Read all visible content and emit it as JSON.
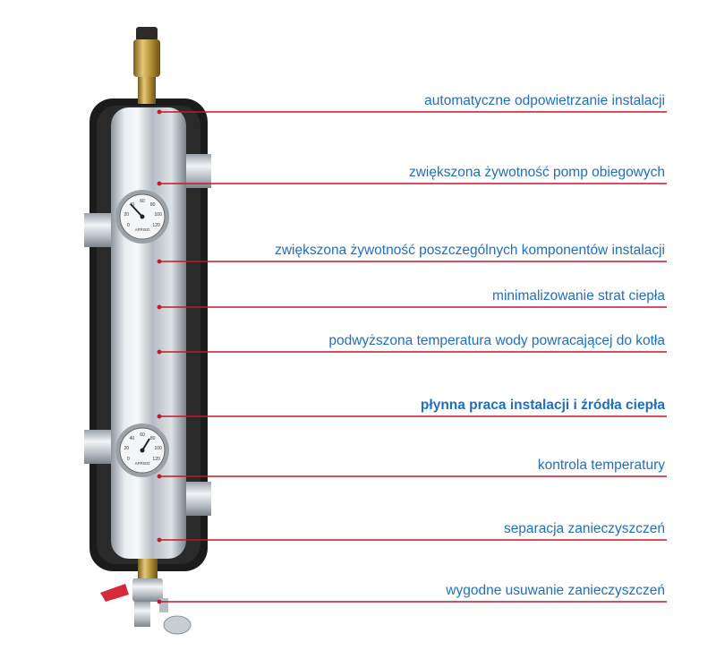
{
  "colors": {
    "label_text": "#1f6fc0",
    "leader_line": "#c0182c",
    "insulation": "#1a1a1a",
    "steel": "#c8cdd2",
    "brass": "#b8963c",
    "valve_handle": "#d42a3a"
  },
  "gauges": {
    "scale": [
      "0",
      "20",
      "40",
      "60",
      "80",
      "100",
      "120"
    ],
    "brand": "AFRISO"
  },
  "features": [
    {
      "id": "air-vent",
      "text": "automatyczne odpowietrzanie instalacji",
      "bold": false
    },
    {
      "id": "pump-life",
      "text": "zwiększona żywotność pomp obiegowych",
      "bold": false
    },
    {
      "id": "component-life",
      "text": "zwiększona żywotność poszczególnych komponentów instalacji",
      "bold": false
    },
    {
      "id": "heat-loss",
      "text": "minimalizowanie strat ciepła",
      "bold": false
    },
    {
      "id": "return-temp",
      "text": "podwyższona temperatura wody powracającej do kotła",
      "bold": false
    },
    {
      "id": "smooth-operation",
      "text": "płynna praca instalacji i źródła ciepła",
      "bold": true
    },
    {
      "id": "temp-control",
      "text": "kontrola temperatury",
      "bold": false
    },
    {
      "id": "separation",
      "text": "separacja zanieczyszczeń",
      "bold": false
    },
    {
      "id": "removal",
      "text": "wygodne usuwanie zanieczyszczeń",
      "bold": false
    }
  ]
}
